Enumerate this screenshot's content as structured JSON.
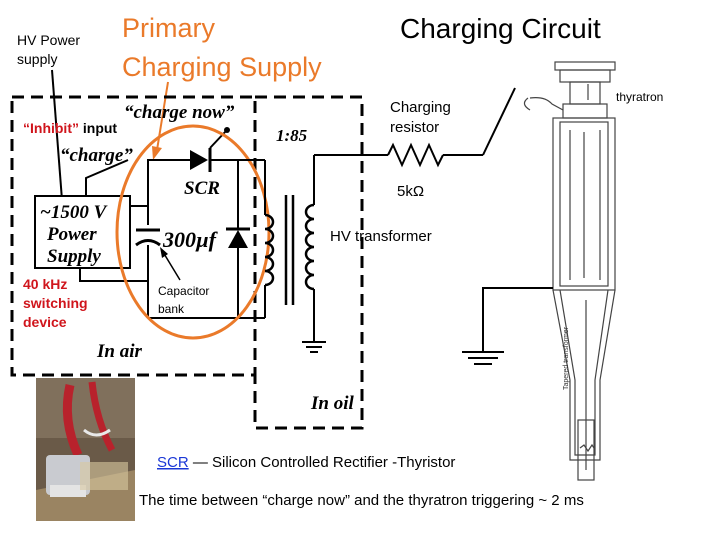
{
  "title": "Charging Circuit",
  "primary_supply_label": [
    "Primary",
    "Charging Supply"
  ],
  "hv_power_supply_label": [
    "HV Power",
    "supply"
  ],
  "inhibit_label": [
    "“Inhibit”",
    " input"
  ],
  "charge_now_label": "“charge now”",
  "charge_label": "“charge”",
  "power_supply_box": [
    "~1500 V",
    "Power",
    "Supply"
  ],
  "switching_label": [
    "40 kHz",
    "switching",
    "device"
  ],
  "in_air_label": "In air",
  "in_oil_label": "In oil",
  "scr_label": "SCR",
  "capacitor_value": "300µf",
  "capacitor_bank_label": [
    "Capacitor",
    "bank"
  ],
  "ratio_label": "1:85",
  "hv_transformer_label": "HV transformer",
  "charging_resistor_label": [
    "Charging",
    "resistor"
  ],
  "resistor_value": "5kΩ",
  "thyratron_label": "thyratron",
  "tapered_transformer_label": "Tapered transformer",
  "scr_link_text": "SCR",
  "scr_definition": " — Silicon Controlled Rectifier -Thyristor",
  "timing_note": "The time between “charge now” and the thyratron triggering ~ 2 ms",
  "colors": {
    "orange": "#ea7a2a",
    "red": "#d0151c",
    "link": "#1a37d6"
  }
}
